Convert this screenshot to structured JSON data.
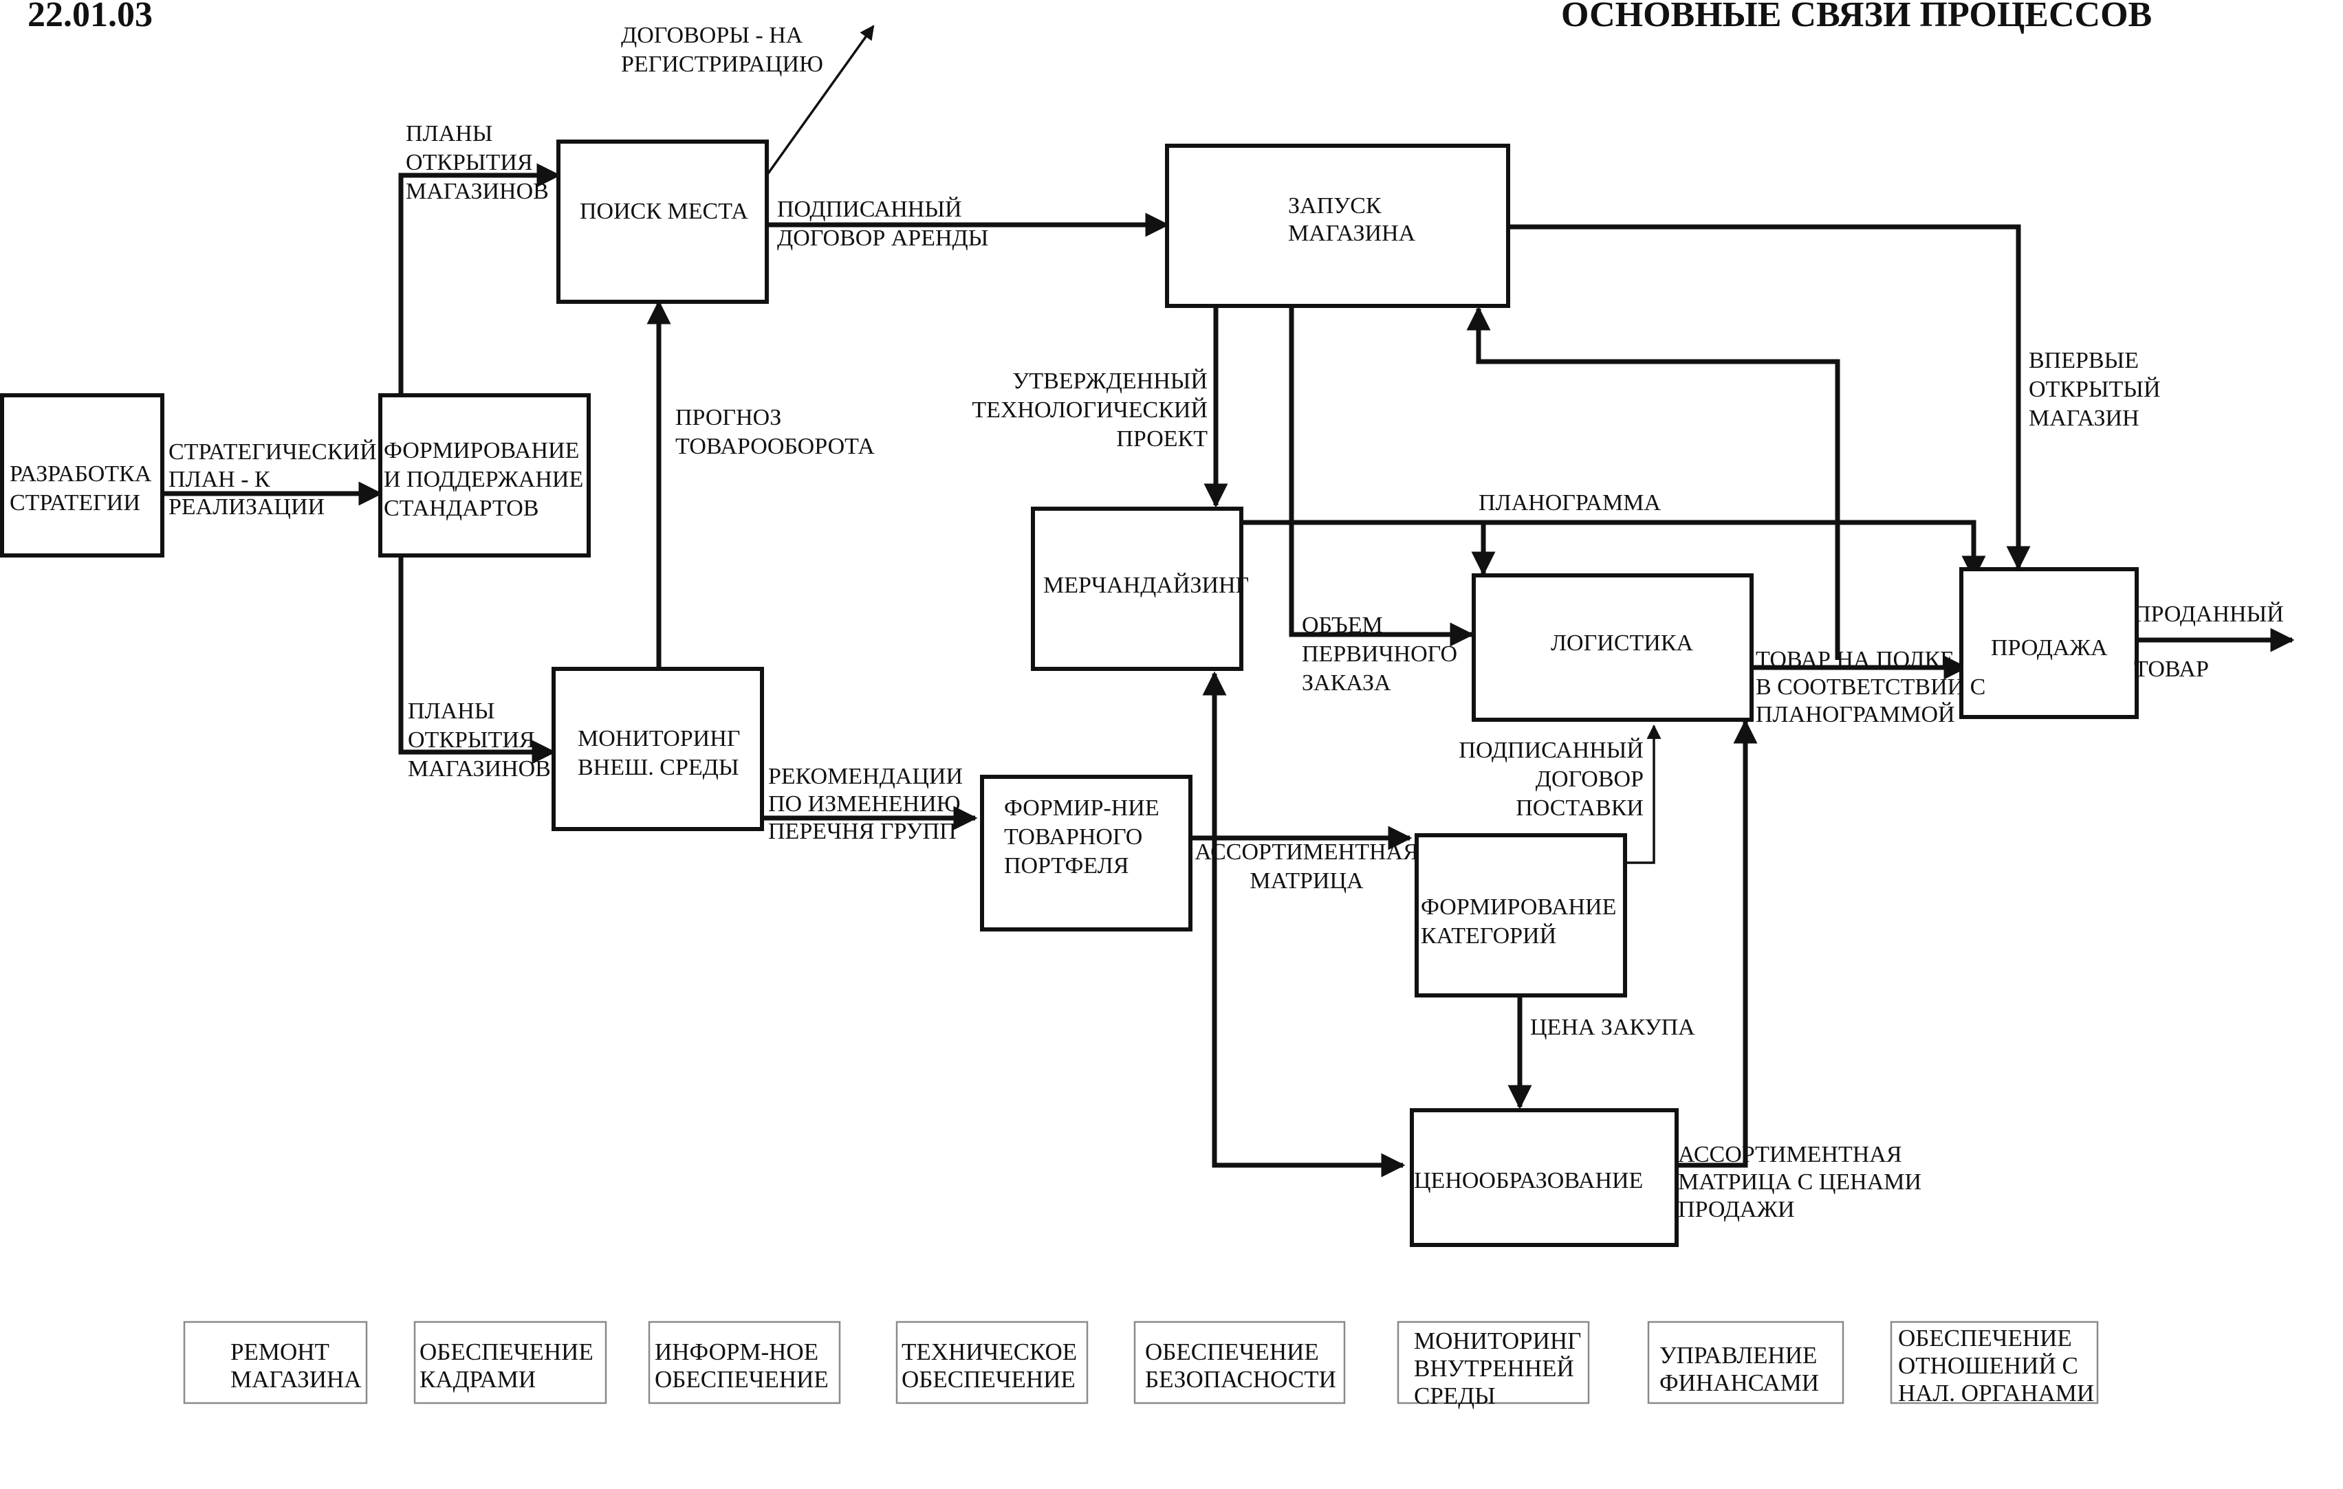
{
  "header": {
    "date": "22.01.03",
    "title": "ОСНОВНЫЕ СВЯЗИ ПРОЦЕССОВ"
  },
  "blocks": {
    "strategy": [
      "РАЗРАБОТКА",
      "СТРАТЕГИИ"
    ],
    "standards": [
      "ФОРМИРОВАНИЕ",
      "И ПОДДЕРЖАНИЕ",
      "СТАНДАРТОВ"
    ],
    "site_search": [
      "ПОИСК МЕСТА"
    ],
    "env_monitoring": [
      "МОНИТОРИНГ",
      "ВНЕШ. СРЕДЫ"
    ],
    "store_launch": [
      "ЗАПУСК",
      "МАГАЗИНА"
    ],
    "merchandising": [
      "МЕРЧАНДАЙЗИНГ"
    ],
    "logistics": [
      "ЛОГИСТИКА"
    ],
    "sales": [
      "ПРОДАЖА"
    ],
    "portfolio": [
      "ФОРМИР-НИЕ",
      "ТОВАРНОГО",
      "ПОРТФЕЛЯ"
    ],
    "categories": [
      "ФОРМИРОВАНИЕ",
      "КАТЕГОРИЙ"
    ],
    "pricing": [
      "ЦЕНООБРАЗОВАНИЕ"
    ]
  },
  "flows": {
    "contracts_registration": [
      "ДОГОВОРЫ - НА",
      "РЕГИСТРИРАЦИЮ"
    ],
    "opening_plans_top": [
      "ПЛАНЫ",
      "ОТКРЫТИЯ",
      "МАГАЗИНОВ"
    ],
    "opening_plans_bottom": [
      "ПЛАНЫ",
      "ОТКРЫТИЯ",
      "МАГАЗИНОВ"
    ],
    "strategic_plan": [
      "СТРАТЕГИЧЕСКИЙ",
      "ПЛАН - К",
      "РЕАЛИЗАЦИИ"
    ],
    "turnover_forecast": [
      "ПРОГНОЗ",
      "ТОВАРООБОРОТА"
    ],
    "signed_lease": [
      "ПОДПИСАННЫЙ",
      "ДОГОВОР  АРЕНДЫ"
    ],
    "tech_project": [
      "УТВЕРЖДЕННЫЙ",
      "ТЕХНОЛОГИЧЕСКИЙ",
      "ПРОЕКТ"
    ],
    "first_opened": [
      "ВПЕРВЫЕ",
      "ОТКРЫТЫЙ",
      "МАГАЗИН"
    ],
    "planogram": [
      "ПЛАНОГРАММА"
    ],
    "initial_order": [
      "ОБЪЕМ",
      "ПЕРВИЧНОГО",
      "ЗАКАЗА"
    ],
    "goods_on_shelf": [
      "ТОВАР НА ПОЛКЕ",
      "В СООТВЕТСТВИИ С",
      "ПЛАНОГРАММОЙ"
    ],
    "sold_goods": [
      "ПРОДАННЫЙ",
      "ТОВАР"
    ],
    "signed_supply": [
      "ПОДПИСАННЫЙ",
      "ДОГОВОР",
      "ПОСТАВКИ"
    ],
    "recommendations": [
      "РЕКОМЕНДАЦИИ",
      "ПО ИЗМЕНЕНИЮ",
      "ПЕРЕЧНЯ ГРУПП"
    ],
    "assortment_matrix": [
      "АССОРТИМЕНТНАЯ",
      "МАТРИЦА"
    ],
    "purchase_price": [
      "ЦЕНА  ЗАКУПА"
    ],
    "matrix_with_prices": [
      "АССОРТИМЕНТНАЯ",
      "МАТРИЦА С ЦЕНАМИ",
      "ПРОДАЖИ"
    ]
  },
  "support": [
    [
      "РЕМОНТ",
      "МАГАЗИНА"
    ],
    [
      "ОБЕСПЕЧЕНИЕ",
      "КАДРАМИ"
    ],
    [
      "ИНФОРМ-НОЕ",
      "ОБЕСПЕЧЕНИЕ"
    ],
    [
      "ТЕХНИЧЕСКОЕ",
      "ОБЕСПЕЧЕНИЕ"
    ],
    [
      "ОБЕСПЕЧЕНИЕ",
      "БЕЗОПАСНОСТИ"
    ],
    [
      "МОНИТОРИНГ",
      "ВНУТРЕННЕЙ",
      "СРЕДЫ"
    ],
    [
      "УПРАВЛЕНИЕ",
      "ФИНАНСАМИ"
    ],
    [
      "ОБЕСПЕЧЕНИЕ",
      "ОТНОШЕНИЙ С",
      "НАЛ. ОРГАНАМИ"
    ]
  ]
}
